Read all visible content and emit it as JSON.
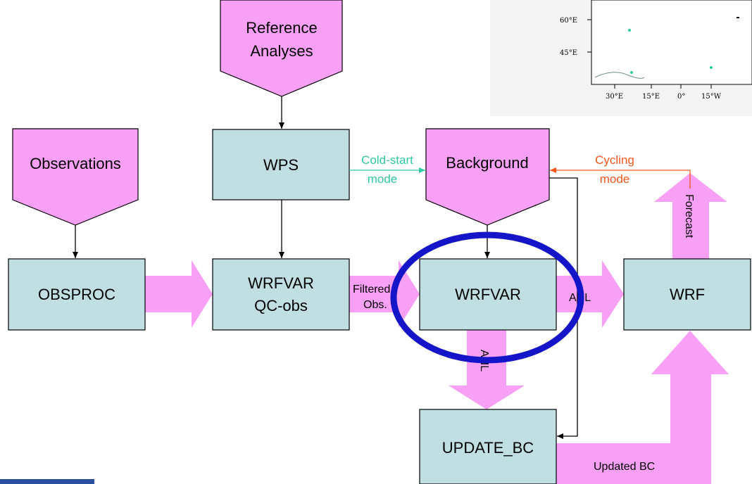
{
  "nodes": {
    "reference_analyses": {
      "line1": "Reference",
      "line2": "Analyses"
    },
    "observations": "Observations",
    "wps": "WPS",
    "background": "Background",
    "obsproc": "OBSPROC",
    "wrfvar_qc": {
      "line1": "WRFVAR",
      "line2": "QC-obs"
    },
    "wrfvar": "WRFVAR",
    "wrf": "WRF",
    "update_bc": "UPDATE_BC"
  },
  "edges": {
    "cold_start": {
      "line1": "Cold-start",
      "line2": "mode",
      "color": "#2fc9a4"
    },
    "cycling": {
      "line1": "Cycling",
      "line2": "mode",
      "color": "#f0571f"
    },
    "filtered_obs": {
      "line1": "Filtered",
      "line2": "Obs."
    },
    "anl_right": "ANL",
    "anl_down": "ANL",
    "forecast": "Forecast",
    "updated_bc": "Updated BC"
  },
  "map_inset": {
    "y_ticks": [
      "60°E",
      "45°E"
    ],
    "x_ticks": [
      "30°E",
      "15°E",
      "0°",
      "15°W"
    ]
  },
  "colors": {
    "box_fill": "#bfdfe3",
    "pentagon_fill": "#f8a0f5",
    "highlight_ellipse": "#1414c8"
  }
}
